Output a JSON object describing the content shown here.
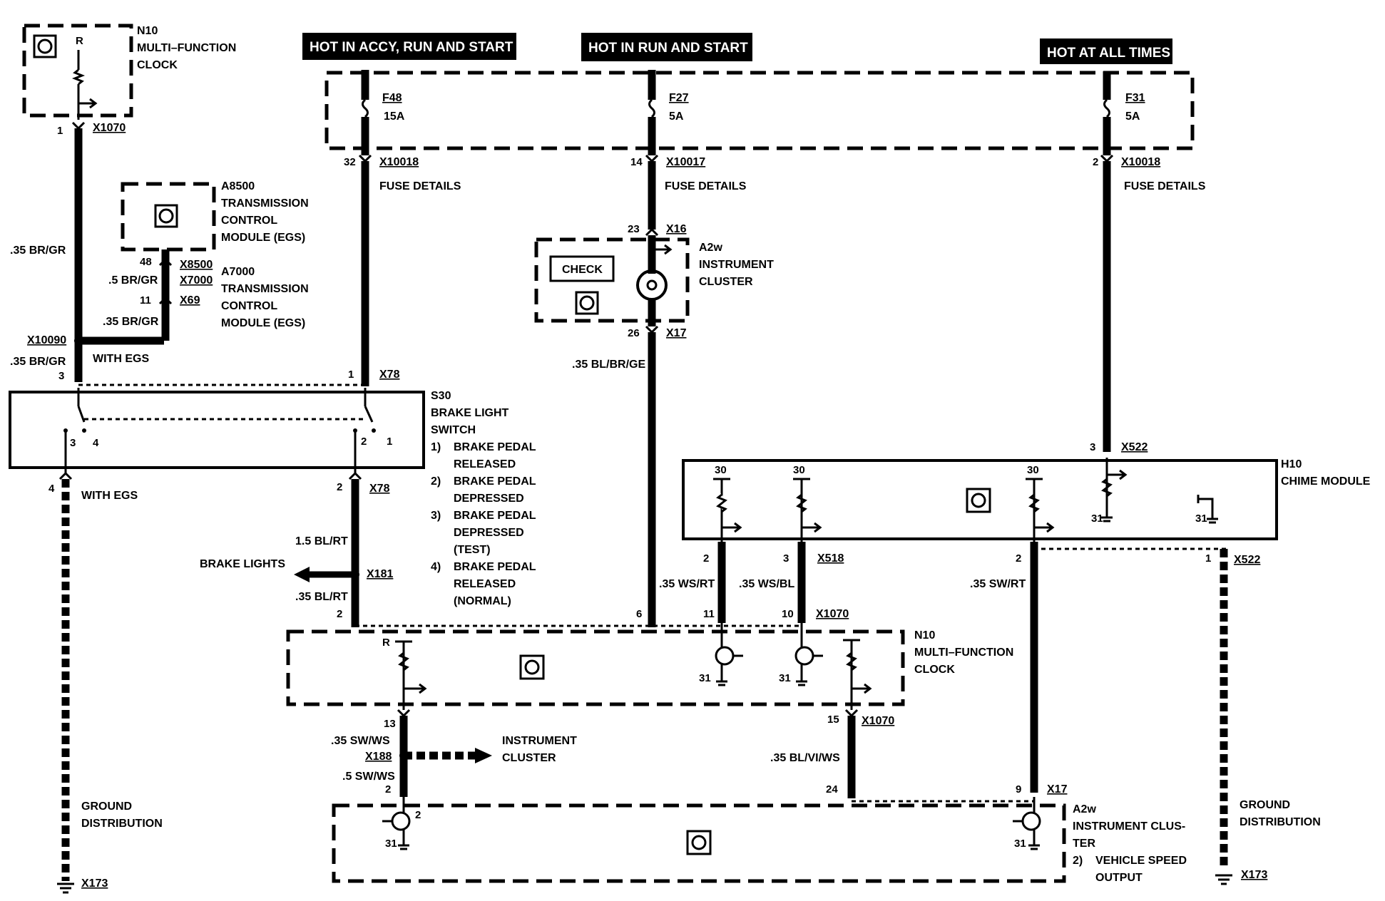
{
  "headers": {
    "accy_run_start": "HOT IN ACCY, RUN AND START",
    "run_start": "HOT IN RUN AND START",
    "all_times": "HOT AT ALL TIMES"
  },
  "fuses": {
    "f48": {
      "name": "F48",
      "rating": "15A",
      "pin": "32",
      "connector": "X10018"
    },
    "f27": {
      "name": "F27",
      "rating": "5A",
      "pin": "14",
      "connector": "X10017"
    },
    "f31": {
      "name": "F31",
      "rating": "5A",
      "pin": "2",
      "connector": "X10018"
    },
    "details": "FUSE DETAILS"
  },
  "n10_top": {
    "id": "N10",
    "line1": "MULTI–FUNCTION",
    "line2": "CLOCK",
    "r": "R",
    "pin": "1",
    "connector": "X1070"
  },
  "a8500": {
    "id": "A8500",
    "line1": "TRANSMISSION",
    "line2": "CONTROL",
    "line3": "MODULE (EGS)"
  },
  "a7000": {
    "id": "A7000",
    "line1": "TRANSMISSION",
    "line2": "CONTROL",
    "line3": "MODULE (EGS)"
  },
  "egs_wires": {
    "pin48": "48",
    "x8500": "X8500",
    "w05": ".5 BR/GR",
    "x7000": "X7000",
    "pin11": "11",
    "x69": "X69",
    "w035": ".35 BR/GR"
  },
  "left_wires": {
    "w035_top": ".35 BR/GR",
    "x10090": "X10090",
    "w035_bot": ".35 BR/GR",
    "with_egs_top": "WITH EGS",
    "pin3": "3",
    "pin1": "1",
    "x78_top": "X78",
    "pin4": "4",
    "with_egs_bot": "WITH EGS",
    "pin2": "2",
    "x78_bot": "X78"
  },
  "s30": {
    "id": "S30",
    "line1": "BRAKE LIGHT",
    "line2": "SWITCH",
    "n1": "1)",
    "s1a": "BRAKE PEDAL",
    "s1b": "RELEASED",
    "n2": "2)",
    "s2a": "BRAKE PEDAL",
    "s2b": "DEPRESSED",
    "n3": "3)",
    "s3a": "BRAKE PEDAL",
    "s3b": "DEPRESSED",
    "s3c": "(TEST)",
    "n4": "4)",
    "s4a": "BRAKE PEDAL",
    "s4b": "RELEASED",
    "s4c": "(NORMAL)",
    "c3": "3",
    "c4": "4",
    "c2": "2",
    "c1": "1"
  },
  "brake_lights": {
    "w15": "1.5 BL/RT",
    "label": "BRAKE LIGHTS",
    "x181": "X181",
    "w035": ".35 BL/RT",
    "pin2": "2"
  },
  "a2w_top": {
    "id": "A2w",
    "line1": "INSTRUMENT",
    "line2": "CLUSTER",
    "check": "CHECK",
    "pin23": "23",
    "x16": "X16",
    "pin26": "26",
    "x17": "X17",
    "wire": ".35 BL/BR/GE",
    "pin6": "6"
  },
  "h10": {
    "id": "H10",
    "name": "CHIME MODULE",
    "pin3": "3",
    "x522_top": "X522",
    "p30a": "30",
    "p30b": "30",
    "p30c": "30",
    "p31a": "31",
    "p31b": "31",
    "pin2a": "2",
    "pin3b": "3",
    "x518": "X518",
    "pin2c": "2",
    "pin1": "1",
    "x522_bot": "X522"
  },
  "mid_wires": {
    "ws_rt": ".35 WS/RT",
    "ws_bl": ".35 WS/BL",
    "sw_rt": ".35 SW/RT",
    "pin11": "11",
    "pin10": "10",
    "x1070": "X1070"
  },
  "n10_bot": {
    "id": "N10",
    "line1": "MULTI–FUNCTION",
    "line2": "CLOCK",
    "r": "R",
    "g31a": "31",
    "g31b": "31"
  },
  "lower_wires": {
    "pin13": "13",
    "sw_ws": ".35 SW/WS",
    "x188": "X188",
    "ic_label1": "INSTRUMENT",
    "ic_label2": "CLUSTER",
    "w05": ".5 SW/WS",
    "pin2": "2",
    "pin15": "15",
    "x1070": "X1070",
    "bl_vi": ".35 BL/VI/WS",
    "pin24": "24",
    "pin9": "9",
    "x17": "X17"
  },
  "a2w_bot": {
    "id": "A2w",
    "line1": "INSTRUMENT CLUS-",
    "line2": "TER",
    "n2": "2)",
    "out1": "VEHICLE SPEED",
    "out2": "OUTPUT",
    "t2": "2",
    "g31a": "31",
    "g31b": "31"
  },
  "grounds": {
    "left1": "GROUND",
    "left2": "DISTRIBUTION",
    "left_x": "X173",
    "right1": "GROUND",
    "right2": "DISTRIBUTION",
    "right_x": "X173"
  }
}
